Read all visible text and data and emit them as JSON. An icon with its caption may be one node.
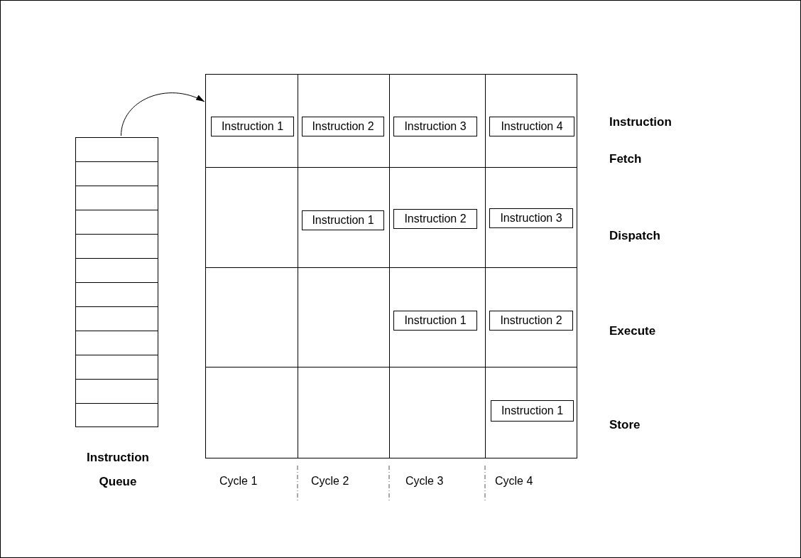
{
  "diagram": {
    "nodes": [
      {
        "text": [
          "Instruction Queue"
        ]
      },
      {
        "text": [],
        "shape": "box"
      },
      {
        "text": [
          "Instruction 1"
        ],
        "in": 1
      },
      {
        "text": [
          "Instruction 2"
        ],
        "in": 1
      },
      {
        "text": [
          "Instruction 3"
        ],
        "in": 1
      },
      {
        "text": [
          "Instruction 4"
        ],
        "in": 1
      },
      {
        "text": [
          "Instruction 1"
        ],
        "in": 1
      },
      {
        "text": [
          "Instruction 2"
        ],
        "in": 1
      },
      {
        "text": [
          "Instruction 3"
        ],
        "in": 1
      },
      {
        "text": [
          "Instruction 1"
        ],
        "in": 1
      },
      {
        "text": [
          "Instruction 2"
        ],
        "in": 1
      },
      {
        "text": [
          "Instruction 1"
        ],
        "in": 1
      }
    ],
    "edges": [
      {
        "from": 0,
        "to": 1,
        "arrow": "to"
      }
    ],
    "labels": [
      "Instruction Fetch",
      "Dispatch",
      "Execute",
      "Store",
      "Cycle 1",
      "Cycle 2",
      "Cycle 3",
      "Cycle 4"
    ]
  }
}
